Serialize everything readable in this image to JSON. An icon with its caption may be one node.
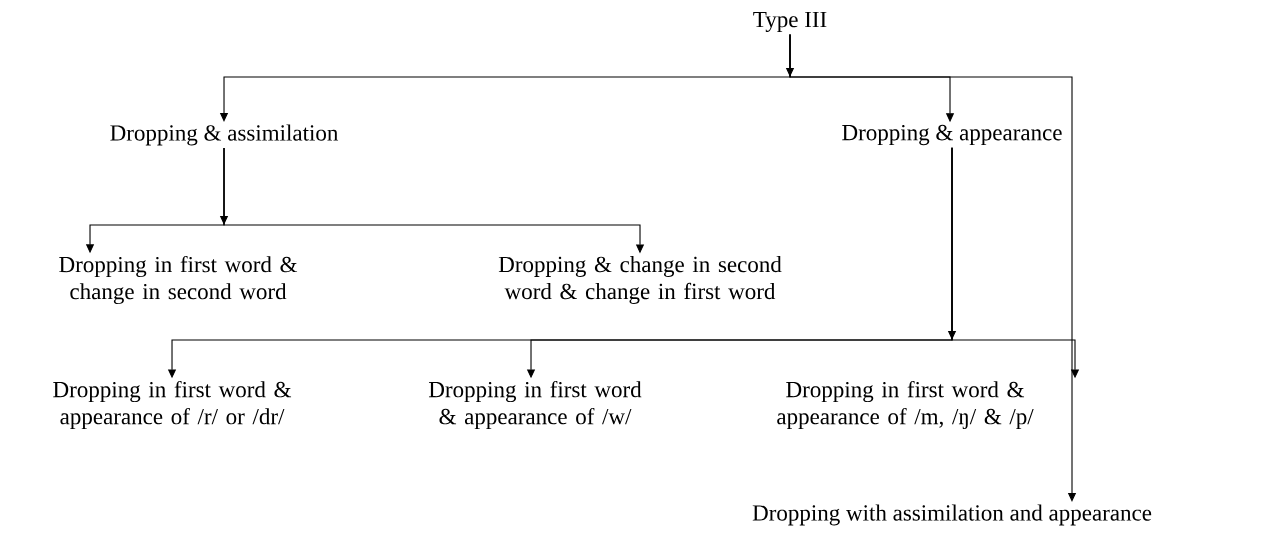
{
  "diagram": {
    "nodes": [
      {
        "text": [
          "Type III"
        ]
      },
      {
        "text": [
          "Dropping & assimilation"
        ]
      },
      {
        "text": [
          "Dropping & appearance"
        ]
      },
      {
        "text": [
          "Dropping in first word & change in second word"
        ]
      },
      {
        "text": [
          "Dropping & change in second word & change in first word"
        ]
      },
      {
        "text": [
          "Dropping in first word & appearance of /r/ or /dr/"
        ]
      },
      {
        "text": [
          "Dropping in first word & appearance of /w/"
        ]
      },
      {
        "text": [
          "Dropping in first word & appearance of /m, /ŋ/ & /p/"
        ]
      },
      {
        "text": [
          "Dropping with assimilation and appearance"
        ]
      }
    ],
    "edges": [
      {
        "from": 0,
        "to": 1,
        "arrow": "to"
      },
      {
        "from": 0,
        "to": 2,
        "arrow": "to"
      },
      {
        "from": 0,
        "to": 8,
        "arrow": "to"
      },
      {
        "from": 1,
        "to": 3,
        "arrow": "to"
      },
      {
        "from": 1,
        "to": 4,
        "arrow": "to"
      },
      {
        "from": 2,
        "to": 5,
        "arrow": "to"
      },
      {
        "from": 2,
        "to": 6,
        "arrow": "to"
      },
      {
        "from": 2,
        "to": 7,
        "arrow": "to"
      }
    ]
  }
}
